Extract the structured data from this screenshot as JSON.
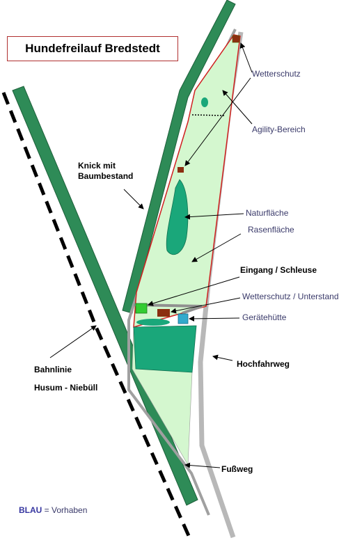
{
  "title": "Hundefreilauf Bredstedt",
  "labels": {
    "wetterschutz": "Wetterschutz",
    "agility": "Agility-Bereich",
    "knick_line1": "Knick mit",
    "knick_line2": "Baumbestand",
    "naturflaeche": "Naturfläche",
    "rasenflaeche": "Rasenfläche",
    "eingang": "Eingang / Schleuse",
    "unterstand": "Wetterschutz / Unterstand",
    "geraetehuette": "Gerätehütte",
    "bahnlinie_line1": "Bahnlinie",
    "bahnlinie_line2": "Husum - Niebüll",
    "hochfahrweg": "Hochfahrweg",
    "fussweg": "Fußweg"
  },
  "legend": {
    "key": "BLAU",
    "separator": " = ",
    "value": "Vorhaben"
  },
  "colors": {
    "knick_green": "#2e8b57",
    "meadow": "#d4f7cf",
    "nature": "#1aa77a",
    "fence": "#d02020",
    "path_gray": "#a0a0a0",
    "shelter_brown": "#8b2e10",
    "entrance_green": "#33cc33",
    "shed_cyan": "#33aacc"
  }
}
